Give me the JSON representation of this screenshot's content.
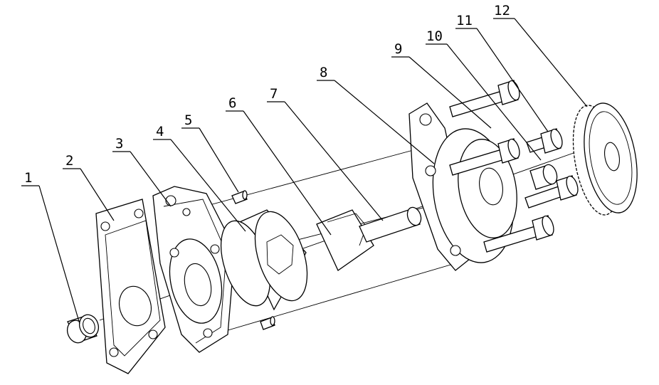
{
  "callouts": [
    "1",
    "2",
    "3",
    "4",
    "5",
    "6",
    "7",
    "8",
    "9",
    "10",
    "11",
    "12"
  ],
  "colors": {
    "ink": "#000000",
    "background": "#ffffff"
  }
}
